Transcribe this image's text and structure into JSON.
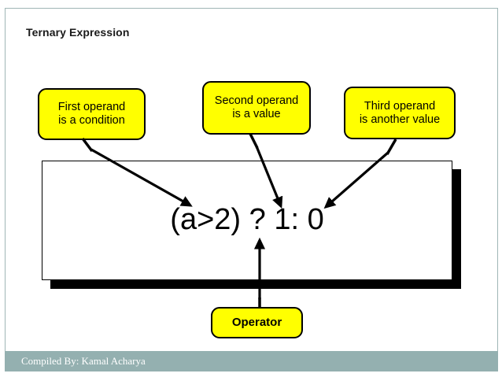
{
  "slide": {
    "title": "Ternary Expression",
    "background_color": "#ffffff",
    "frame_line_color": "#9fb6b6"
  },
  "expression": {
    "text": "(a>2) ? 1: 0"
  },
  "callouts": [
    {
      "name": "first-operand",
      "line1": "First operand",
      "line2": "is a condition",
      "fill": "#ffff00",
      "border": "#000000"
    },
    {
      "name": "second-operand",
      "line1": "Second operand",
      "line2": "is a value",
      "fill": "#ffff00",
      "border": "#000000"
    },
    {
      "name": "third-operand",
      "line1": "Third operand",
      "line2": "is another value",
      "fill": "#ffff00",
      "border": "#000000"
    },
    {
      "name": "operator",
      "line1": "Operator",
      "fill": "#ffff00",
      "border": "#000000"
    }
  ],
  "footer": {
    "text": "Compiled By: Kamal Acharya",
    "bar_color": "#94b0b0",
    "text_color": "#ffffff"
  }
}
